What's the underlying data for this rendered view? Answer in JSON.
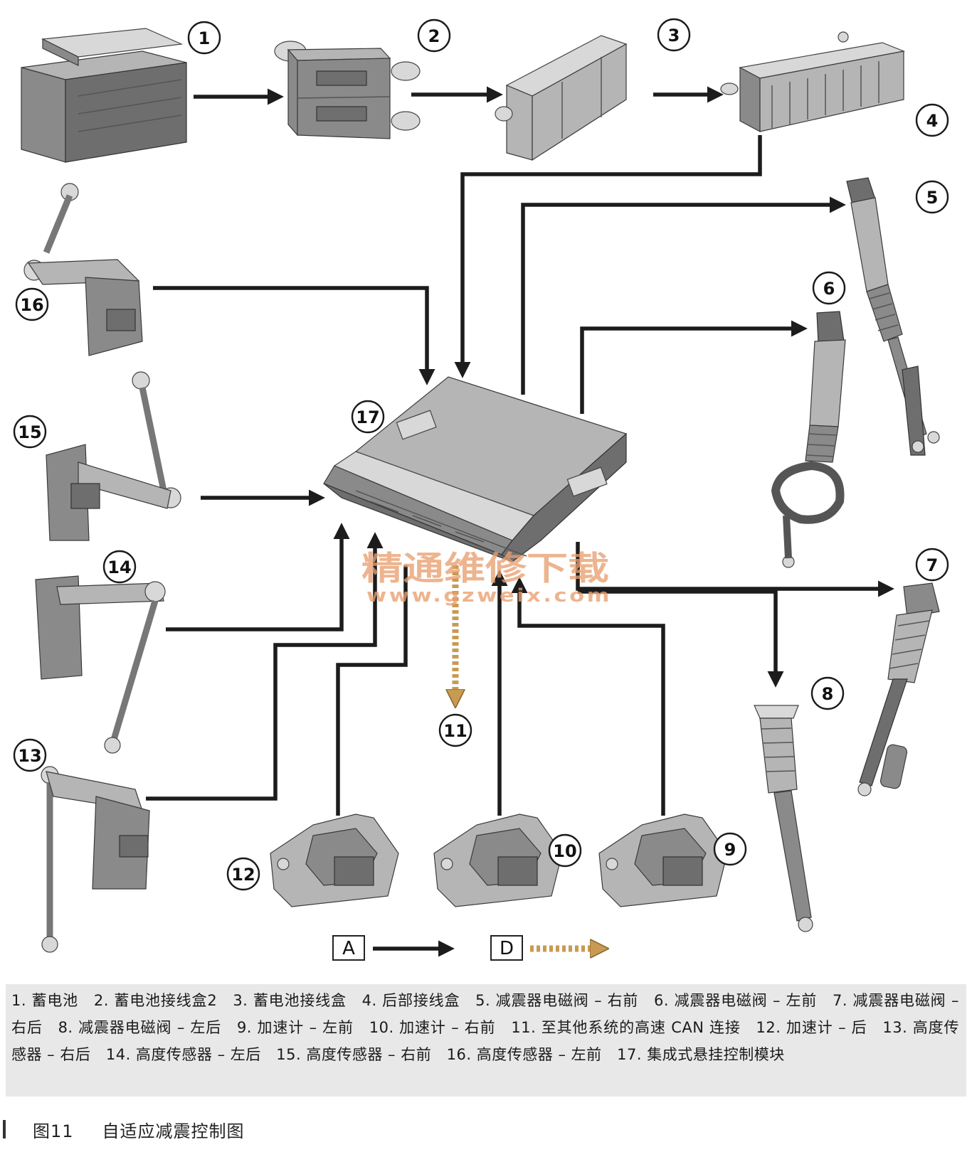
{
  "components": {
    "c1": "1",
    "c2": "2",
    "c3": "3",
    "c4": "4",
    "c5": "5",
    "c6": "6",
    "c7": "7",
    "c8": "8",
    "c9": "9",
    "c10": "10",
    "c11": "11",
    "c12": "12",
    "c13": "13",
    "c14": "14",
    "c15": "15",
    "c16": "16",
    "c17": "17"
  },
  "legend": {
    "a": "A",
    "d": "D"
  },
  "watermark": {
    "text": "精通维修下载",
    "url": "www.gzweix.com"
  },
  "caption": "1. 蓄电池　2. 蓄电池接线盒2　3. 蓄电池接线盒　4. 后部接线盒　5. 减震器电磁阀 – 右前　6. 减震器电磁阀 – 左前　7. 减震器电磁阀 – 右后　8. 减震器电磁阀 – 左后　9. 加速计 – 左前　10. 加速计 – 右前　11. 至其他系统的高速 CAN 连接　12. 加速计 – 后　13. 高度传感器 – 右后　14. 高度传感器 – 左后　15. 高度传感器 – 右前　16. 高度传感器 – 左前　17. 集成式悬挂控制模块",
  "figure": {
    "number": "图11",
    "title": "自适应减震控制图"
  },
  "colors": {
    "wire": "#1c1c1c",
    "can_bus": "#c89a52",
    "caption_bg": "#e8e8e8",
    "watermark": "#e8a070"
  }
}
